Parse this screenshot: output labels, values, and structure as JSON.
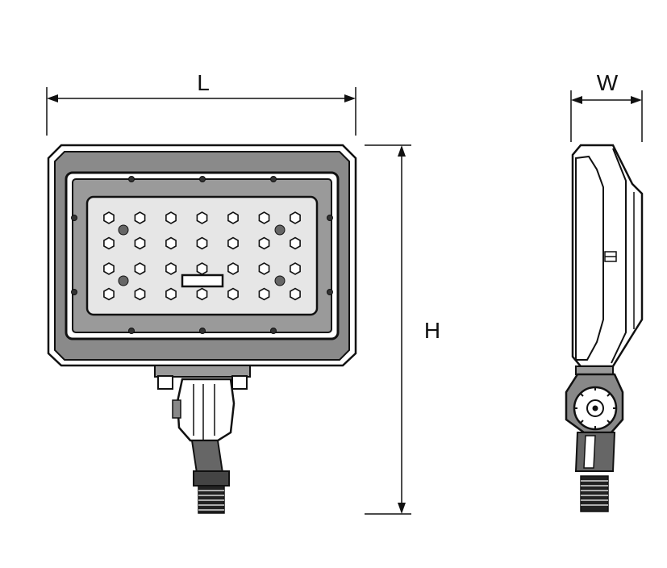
{
  "labels": {
    "length": "L",
    "width": "W",
    "height": "H"
  },
  "colors": {
    "line": "#111111",
    "housing_gray": "#8a8a8a",
    "led_panel": "#e6e6e6",
    "background": "#ffffff"
  },
  "led_grid": {
    "rows": 4,
    "cols": 7
  }
}
